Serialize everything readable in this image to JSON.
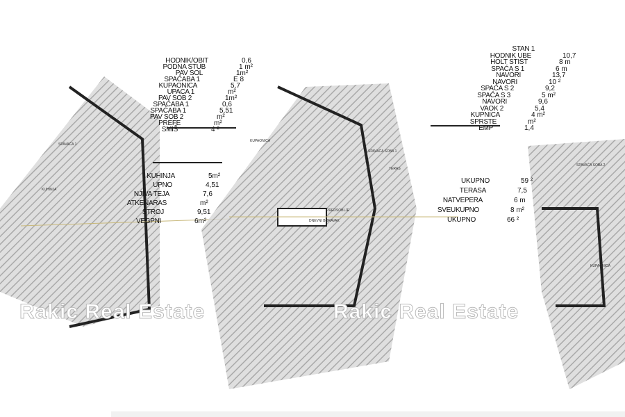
{
  "left_table": {
    "rows": [
      {
        "label": "HODNIK/OBIT",
        "value": "0,6"
      },
      {
        "label": "PODNA STUB",
        "value": "1 m²"
      },
      {
        "label": "PAV SOL",
        "value": "1m²"
      },
      {
        "label": "SPAĆABA 1",
        "value": "E 8"
      },
      {
        "label": "KUPAONICA",
        "value": "5,7"
      },
      {
        "label": "UPACA 1",
        "value": "m²"
      },
      {
        "label": "PAV SOB 2",
        "value": "1m²"
      },
      {
        "label": "SPAĆABA 1",
        "value": "0,6"
      },
      {
        "label": "SPAĆABA 1",
        "value": "5,51"
      },
      {
        "label": "PAV SOB 2",
        "value": "m²"
      },
      {
        "label": "PREFE",
        "value": "m²"
      },
      {
        "label": "SMIŠ",
        "value": "4 ²"
      },
      {
        "label": "KUHINJA",
        "value": "5m²"
      },
      {
        "label": "UPNO",
        "value": "4,51"
      },
      {
        "label": "NJIVA TEJA",
        "value": "7,6"
      },
      {
        "label": "ATKENARAS",
        "value": "m²"
      },
      {
        "label": "STROJ",
        "value": "9,51"
      },
      {
        "label": "VEGPNI",
        "value": "6m²"
      }
    ]
  },
  "right_table": {
    "rows": [
      {
        "label": "STAN 1",
        "value": ""
      },
      {
        "label": "HODNIK UBE",
        "value": "10,7"
      },
      {
        "label": "HOLT STIST",
        "value": "8 m"
      },
      {
        "label": "SPAĆA S 1",
        "value": "6 m"
      },
      {
        "label": "NAVORI",
        "value": "13,7"
      },
      {
        "label": "NAVORI",
        "value": "10 ²"
      },
      {
        "label": "SPAĆA S 2",
        "value": "9,2"
      },
      {
        "label": "SPAĆA S 3",
        "value": "5 m²"
      },
      {
        "label": "NAVORI",
        "value": "9,6"
      },
      {
        "label": "VAOK 2",
        "value": "5,4"
      },
      {
        "label": "KUPNICA",
        "value": "4 m²"
      },
      {
        "label": "SPRSTE",
        "value": "m²"
      },
      {
        "label": "EMP",
        "value": "1,4"
      },
      {
        "label": "UKUPNO",
        "value": "59 ²"
      },
      {
        "label": "TERASA",
        "value": "7,5"
      },
      {
        "label": "NATVEPERA",
        "value": "6 m"
      },
      {
        "label": "SVEUKUPNO",
        "value": "8 m²"
      },
      {
        "label": "UKUPNO",
        "value": "66 ²"
      }
    ]
  },
  "room_labels": [
    "TERAS",
    "SPAVAĆA SOBA 1",
    "DNEVNI BORAVAK",
    "KUPAONICA",
    "PREDSOBLJE",
    "SPAVAĆA 1",
    "KUHINJA",
    "KUPAONICA",
    "SPAVAĆA SOBA 2"
  ],
  "watermarks": [
    "Rakic Real Estate",
    "Rakic Real Estate"
  ],
  "colors": {
    "wall": "#222222",
    "hatch": "#bfbfbf",
    "pink": "#f0c8ee"
  }
}
